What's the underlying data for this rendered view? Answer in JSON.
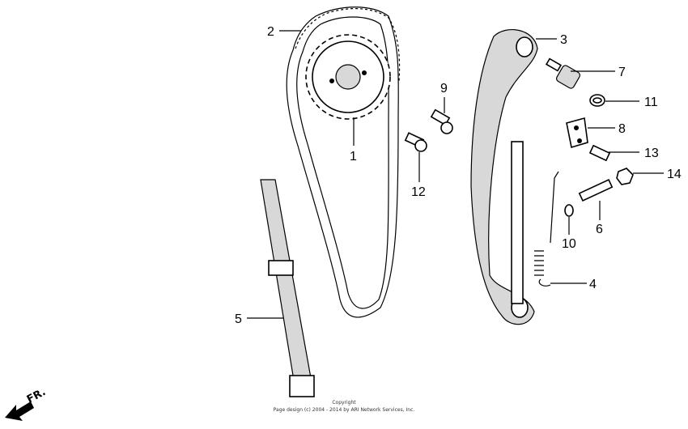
{
  "diagram": {
    "callouts": [
      {
        "id": "1",
        "label": "1"
      },
      {
        "id": "2",
        "label": "2"
      },
      {
        "id": "3",
        "label": "3"
      },
      {
        "id": "4",
        "label": "4"
      },
      {
        "id": "5",
        "label": "5"
      },
      {
        "id": "6",
        "label": "6"
      },
      {
        "id": "7",
        "label": "7"
      },
      {
        "id": "8",
        "label": "8"
      },
      {
        "id": "9",
        "label": "9"
      },
      {
        "id": "10",
        "label": "10"
      },
      {
        "id": "11",
        "label": "11"
      },
      {
        "id": "12",
        "label": "12"
      },
      {
        "id": "13",
        "label": "13"
      },
      {
        "id": "14",
        "label": "14"
      }
    ],
    "direction_label": "FR.",
    "copyright_line1": "Copyright",
    "copyright_line2": "Page design (c) 2004 - 2014 by ARI Network Services, Inc."
  }
}
